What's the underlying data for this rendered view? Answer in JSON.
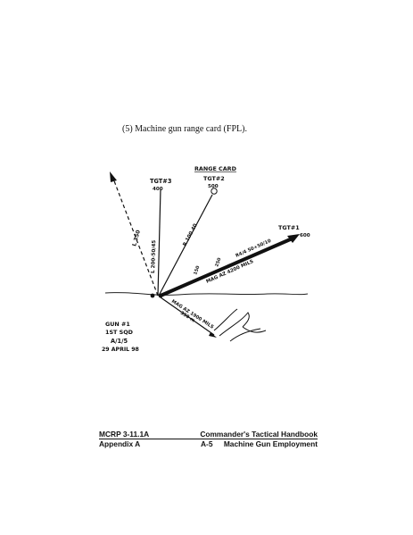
{
  "caption": "(5)   Machine gun range card (FPL).",
  "card": {
    "title": "RANGE CARD",
    "targets": [
      {
        "label": "TGT#3",
        "range": "400"
      },
      {
        "label": "TGT#2",
        "range": "500"
      },
      {
        "label": "TGT#1",
        "range": "600"
      }
    ],
    "left_limit": "L 350",
    "tgt3_data": "L 200-50/45",
    "tgt2_data": "R 100 40",
    "tgt1_data": "R4/4 50+50/10",
    "mag_az_main": "MAG AZ 4200 MILS",
    "range_150": "150",
    "range_250": "250",
    "mag_az_fpl": "MAG AZ 1900 MILS",
    "fpl_range": "350 m",
    "gun_block": [
      "GUN #1",
      "1ST SQD",
      "A/1/5",
      "29 APRIL 98"
    ]
  },
  "footer": {
    "left_top": "MCRP 3-11.1A",
    "right_top": "Commander's Tactical Handbook",
    "left_bottom": "Appendix A",
    "center_bottom": "A-5",
    "right_bottom": "Machine Gun Employment"
  }
}
